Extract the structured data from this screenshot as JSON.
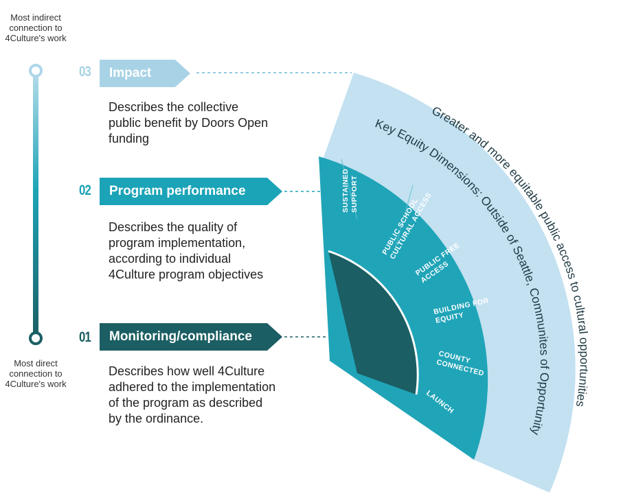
{
  "axis": {
    "top_label": "Most indirect connection to 4Culture's work",
    "bottom_label": "Most direct connection to 4Culture's work"
  },
  "levels": [
    {
      "number": "03",
      "title": "Impact",
      "description": "Describes the collective public benefit by Doors Open funding",
      "color": "#a8d3e6"
    },
    {
      "number": "02",
      "title": "Program performance",
      "description": "Describes the quality of program implementation, according to individual 4Culture program objectives",
      "color": "#1ba3b8"
    },
    {
      "number": "01",
      "title": "Monitoring/compliance",
      "description": "Describes how well 4Culture adhered to the implementation of the program as described by the ordinance.",
      "color": "#1b5e63"
    }
  ],
  "outer_ring": {
    "line1": "Greater and more equitable public access to cultural opportunities",
    "line2": "Key Equity Dimensions: Outside of Seattle, Communites of Opportunity",
    "color": "#c3e1f1"
  },
  "middle_ring": {
    "color": "#20a4b8",
    "segments": [
      {
        "line1": "SUSTAINED",
        "line2": "SUPPORT"
      },
      {
        "line1": "PUBLIC SCHOOL",
        "line2": "CULTURAL ACCESS"
      },
      {
        "line1": "PUBLIC FREE",
        "line2": "ACCESS"
      },
      {
        "line1": "BUILDING FOR",
        "line2": "EQUITY"
      },
      {
        "line1": "COUNTY",
        "line2": "CONNECTED"
      },
      {
        "line1": "LAUNCH",
        "line2": ""
      }
    ]
  },
  "inner_core": {
    "color": "#1b5e63"
  }
}
